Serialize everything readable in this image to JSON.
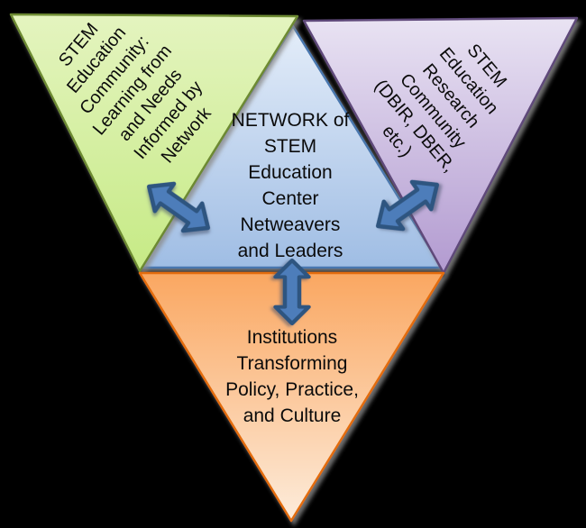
{
  "background": "#000000",
  "diagram_description": "STEM Education Center network triangle diagram",
  "triangles": {
    "center": {
      "lines": [
        "NETWORK of",
        "STEM",
        "Education",
        "Center",
        "Netweavers",
        "and Leaders"
      ],
      "fill_top": "#e4edf9",
      "fill_bottom": "#9fbde4",
      "border": "#4a77ae"
    },
    "community": {
      "lines": [
        "STEM",
        "Education",
        "Community:",
        "Learning from",
        "and Needs",
        "Informed by",
        "Network"
      ],
      "fill_top": "#e4f4bf",
      "fill_bottom": "#c6ea85",
      "border": "#6d8a33"
    },
    "research": {
      "lines": [
        "STEM",
        "Education",
        "Research",
        "Community",
        "(DBIR, DBER,",
        "etc.)"
      ],
      "fill_top": "#e9e3f3",
      "fill_bottom": "#b29ad0",
      "border": "#5f497a"
    },
    "institutions": {
      "lines": [
        "Institutions",
        "Transforming",
        "Policy, Practice,",
        "and Culture"
      ],
      "fill_top": "#faa761",
      "fill_bottom": "#fdecdb",
      "border": "#e36c0a"
    }
  },
  "arrows": {
    "fill": "#4d7dba",
    "border": "#2e5480"
  },
  "text_color": "#0b0b0b"
}
